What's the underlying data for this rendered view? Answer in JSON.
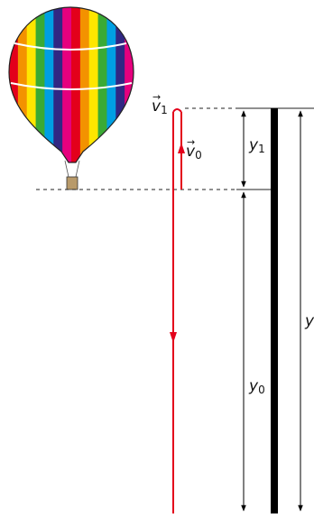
{
  "labels": {
    "v1_symbol": "v",
    "v1_sub": "1",
    "v0_symbol": "v",
    "v0_sub": "0",
    "y1_symbol": "y",
    "y1_sub": "1",
    "y0_symbol": "y",
    "y0_sub": "0",
    "y_symbol": "y"
  },
  "colors": {
    "path_red": "#e3001b",
    "line_black": "#000000",
    "dash": "#222222"
  },
  "balloon": {
    "stripe_colors": [
      "#e3001b",
      "#f39200",
      "#ffe600",
      "#3aaa35",
      "#009fe3",
      "#312783",
      "#e6007e"
    ]
  }
}
